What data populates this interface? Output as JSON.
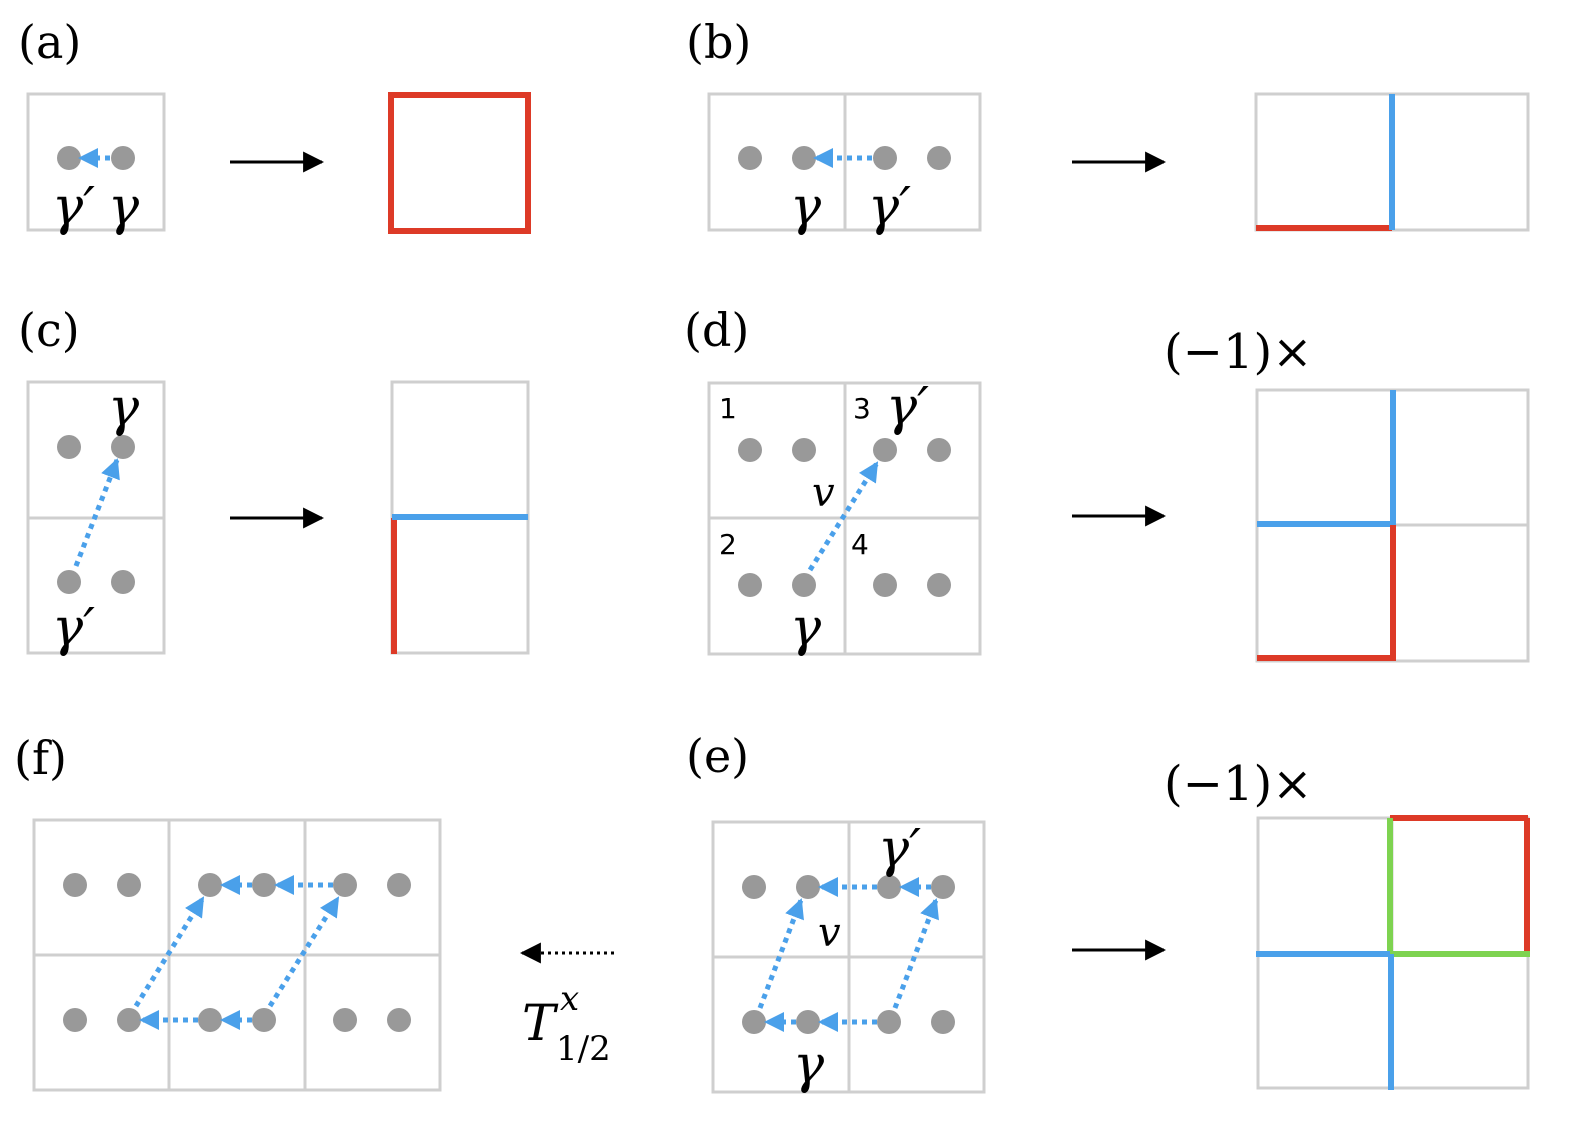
{
  "colors": {
    "grid": "#cfcfcf",
    "site": "#999999",
    "hop": "#4aa0ea",
    "red": "#dd3a27",
    "blue": "#4aa0ea",
    "green": "#7ed350"
  },
  "panels": {
    "a": {
      "label": "(a)",
      "gamma_left": "γ′",
      "gamma_right": "γ"
    },
    "b": {
      "label": "(b)",
      "gamma_left": "γ",
      "gamma_right": "γ′"
    },
    "c": {
      "label": "(c)",
      "gamma_top": "γ",
      "gamma_bottom": "γ′"
    },
    "d": {
      "label": "(d)",
      "gamma_top": "γ′",
      "gamma_bottom": "γ",
      "v": "v",
      "cells": [
        "1",
        "2",
        "3",
        "4"
      ],
      "factor": "(−1)×"
    },
    "e": {
      "label": "(e)",
      "gamma_top": "γ′",
      "gamma_bottom": "γ",
      "v": "v",
      "factor": "(−1)×"
    },
    "f": {
      "label": "(f)"
    }
  },
  "translation": {
    "symbol": "T",
    "sup": "x",
    "sub": "1/2"
  }
}
